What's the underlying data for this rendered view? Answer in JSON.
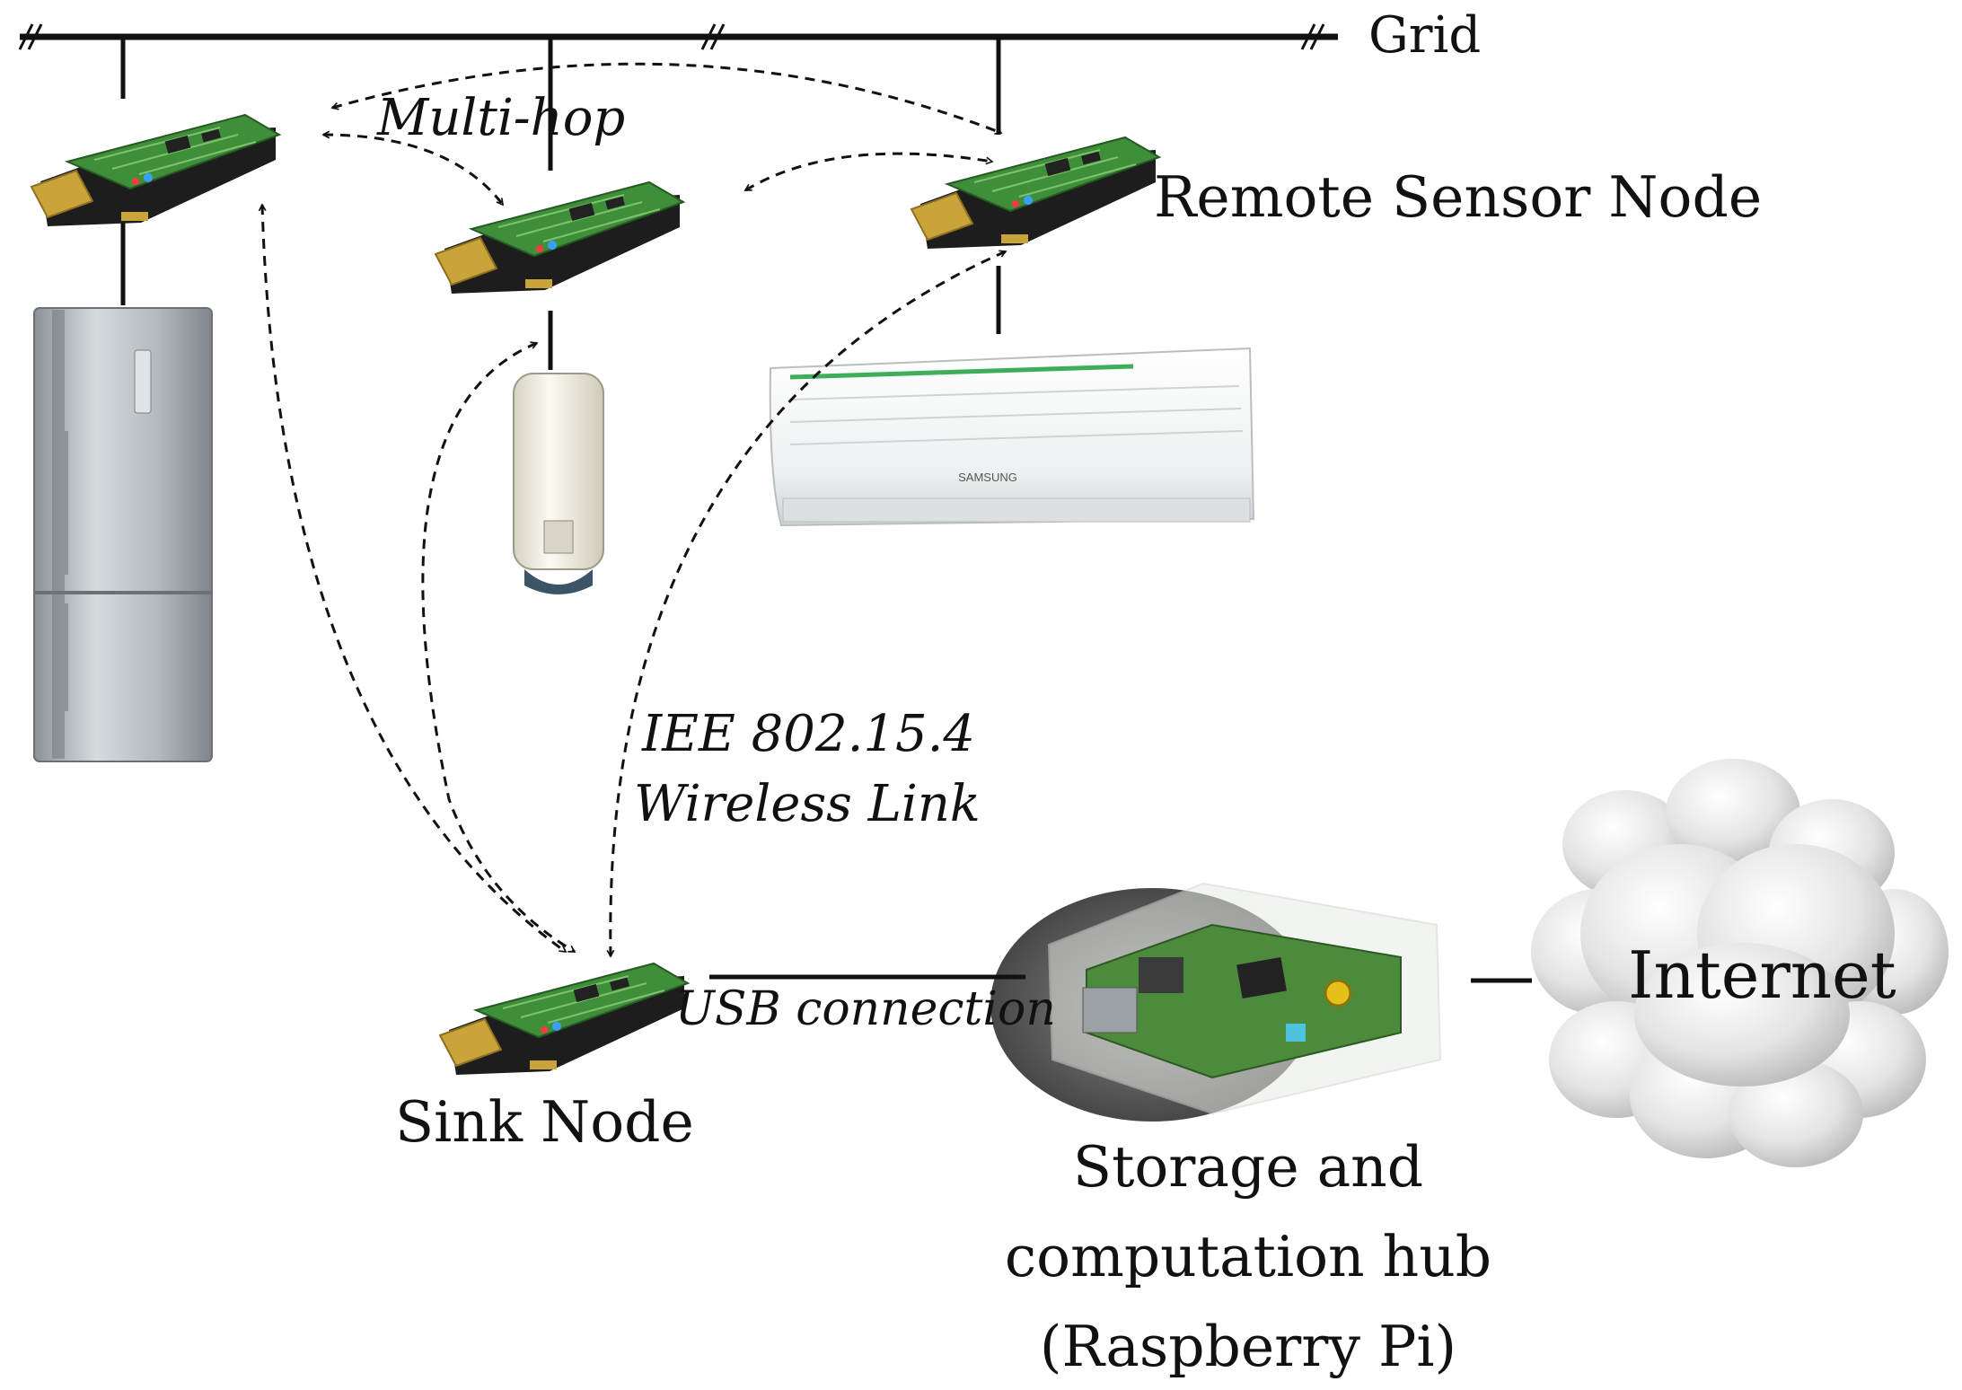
{
  "labels": {
    "grid": "Grid",
    "multi_hop": "Multi-hop",
    "remote_sensor_node": "Remote Sensor Node",
    "wireless_link_line1": "IEE 802.15.4",
    "wireless_link_line2": "Wireless Link",
    "usb_connection": "USB connection",
    "sink_node": "Sink Node",
    "hub_line1": "Storage and",
    "hub_line2": "computation hub",
    "hub_line3": "(Raspberry Pi)",
    "internet": "Internet",
    "ac_brand": "SAMSUNG"
  },
  "colors": {
    "line": "#111111",
    "pcb_green": "#3f8f3a",
    "pcb_dark": "#1d1d1d",
    "usb_gold": "#c9a43a",
    "steel": "#a9afb4",
    "heater_white": "#f3f1e6",
    "ac_white": "#f6f7f7",
    "ac_green": "#3fae5a",
    "cloud_grey": "#d2d2d2",
    "pi_green": "#4c8a3c",
    "shadow_oval": "#5a5a5a"
  }
}
